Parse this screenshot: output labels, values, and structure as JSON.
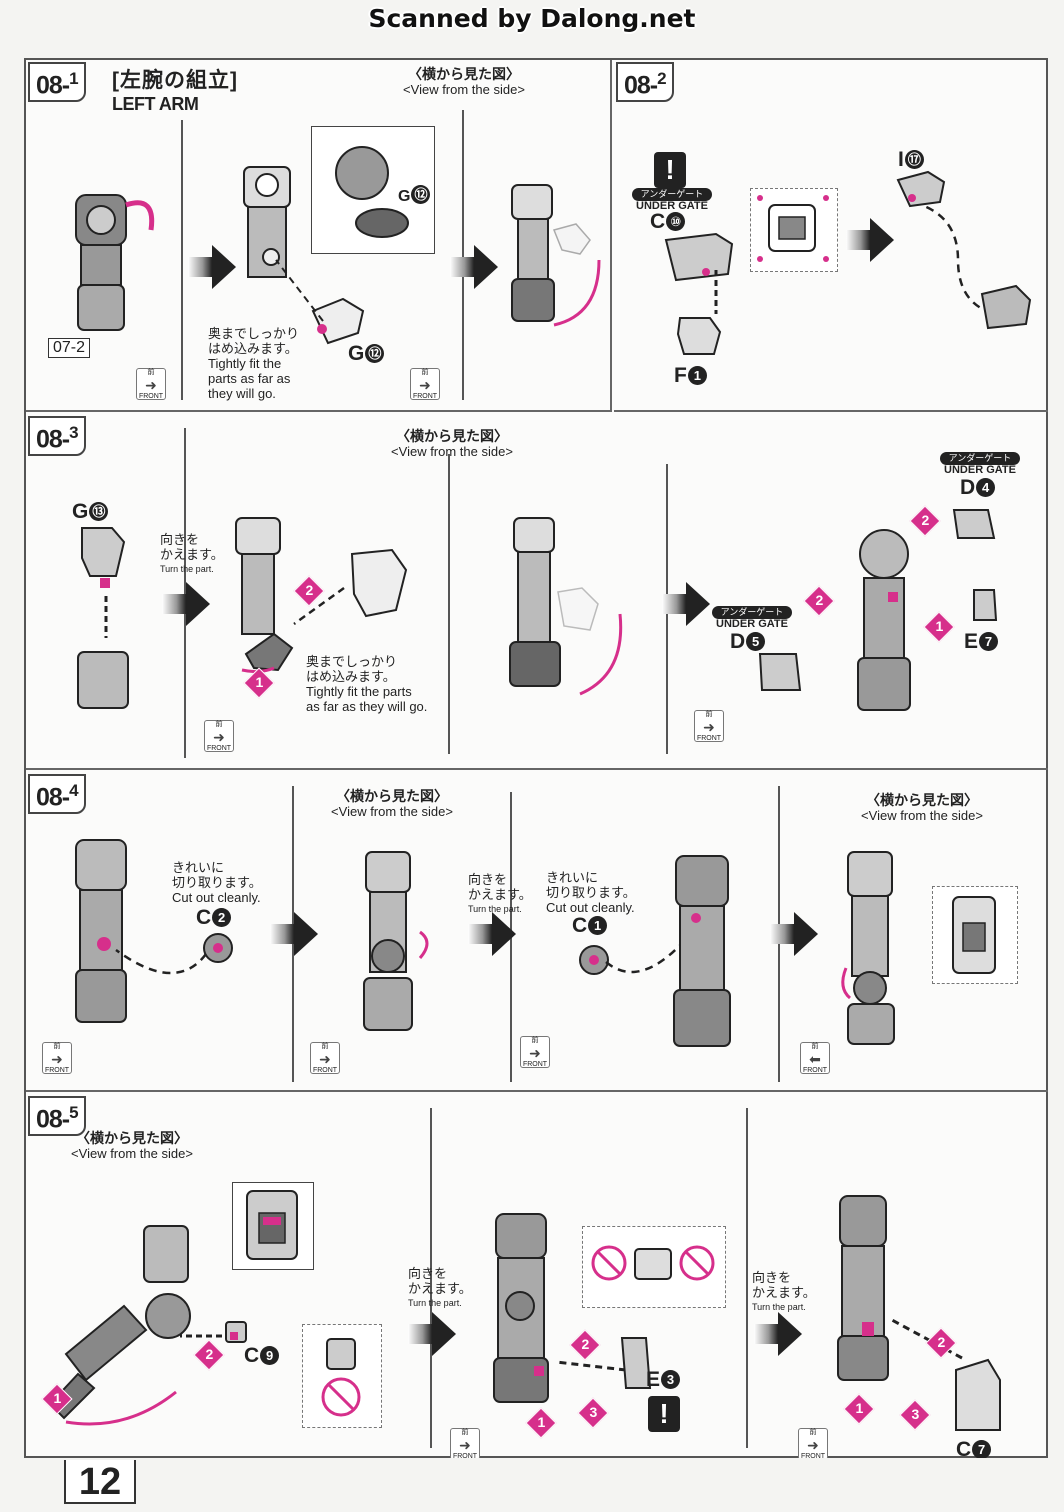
{
  "banner": "Scanned by Dalong.net",
  "page_number": "12",
  "common": {
    "side_view_jp": "〈横から見た図〉",
    "side_view_en": "<View from the side>",
    "front_jp": "前",
    "front_en": "FRONT",
    "under_gate_jp": "アンダーゲート",
    "under_gate_en": "UNDER GATE",
    "turn_jp_1": "向きを",
    "turn_jp_2": "かえます。",
    "turn_en": "Turn the part.",
    "cut_jp_1": "きれいに",
    "cut_jp_2": "切り取ります。",
    "cut_en": "Cut out cleanly.",
    "fit_jp_1": "奥までしっかり",
    "fit_jp_2": "はめ込みます。"
  },
  "s1": {
    "num": "08-",
    "sub": "1",
    "title_jp": "[左腕の組立]",
    "title_en": "LEFT ARM",
    "ref": "07-2",
    "fit_en_1": "Tightly fit the",
    "fit_en_2": "parts as far as",
    "fit_en_3": "they will go.",
    "part_g12": "G",
    "part_g12_num": "⑫",
    "part_g12b": "G",
    "part_g12b_num": "⑫"
  },
  "s2": {
    "num": "08-",
    "sub": "2",
    "part_c10": "C",
    "part_c10_num": "⑩",
    "part_f1": "F",
    "part_f1_num": "1",
    "part_i17": "I",
    "part_i17_num": "⑰"
  },
  "s3": {
    "num": "08-",
    "sub": "3",
    "part_g13": "G",
    "part_g13_num": "⑬",
    "fit_en_1": "Tightly fit the parts",
    "fit_en_2": "as far as they will go.",
    "part_d4": "D",
    "part_d4_num": "4",
    "part_d5": "D",
    "part_d5_num": "5",
    "part_e7": "E",
    "part_e7_num": "7"
  },
  "s4": {
    "num": "08-",
    "sub": "4",
    "part_c2": "C",
    "part_c2_num": "2",
    "part_c1": "C",
    "part_c1_num": "1"
  },
  "s5": {
    "num": "08-",
    "sub": "5",
    "part_c9": "C",
    "part_c9_num": "9",
    "part_e3": "E",
    "part_e3_num": "3",
    "part_c7": "C",
    "part_c7_num": "7"
  },
  "steps": {
    "one": "1",
    "two": "2",
    "three": "3"
  },
  "colors": {
    "accent": "#d62f8b",
    "ink": "#222222",
    "part_gray": "#8a8a8a"
  }
}
